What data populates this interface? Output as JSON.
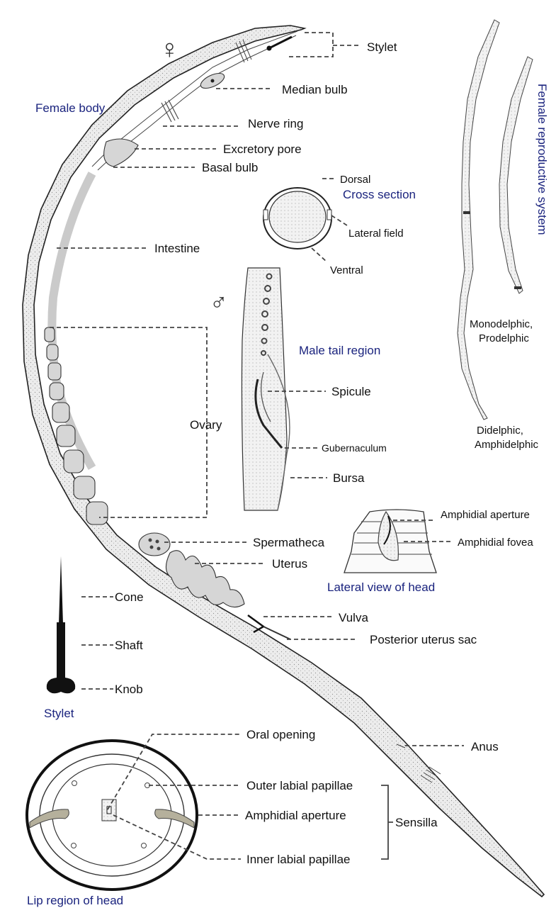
{
  "colors": {
    "title": "#1a237e",
    "ink": "#111111",
    "leader": "#444444",
    "body": "#ececec"
  },
  "symbols": {
    "female": "♀",
    "male": "♂"
  },
  "titles": {
    "female_body": "Female body",
    "cross_section": "Cross section",
    "female_reproductive_system": "Female reproductive system",
    "male_tail_region": "Male tail region",
    "lateral_view_of_head": "Lateral view of head",
    "stylet": "Stylet",
    "lip_region_of_head": "Lip region of head"
  },
  "labels": {
    "stylet": "Stylet",
    "median_bulb": "Median bulb",
    "nerve_ring": "Nerve ring",
    "excretory_pore": "Excretory pore",
    "basal_bulb": "Basal bulb",
    "intestine": "Intestine",
    "ovary": "Ovary",
    "spermatheca": "Spermatheca",
    "uterus": "Uterus",
    "vulva": "Vulva",
    "posterior_uterus_sac": "Posterior uterus sac",
    "anus": "Anus",
    "dorsal": "Dorsal",
    "lateral_field": "Lateral field",
    "ventral": "Ventral",
    "spicule": "Spicule",
    "gubernaculum": "Gubernaculum",
    "bursa": "Bursa",
    "amphidial_aperture_lateral": "Amphidial aperture",
    "amphidial_fovea": "Amphidial fovea",
    "cone": "Cone",
    "shaft": "Shaft",
    "knob": "Knob",
    "oral_opening": "Oral opening",
    "outer_labial_papillae": "Outer labial papillae",
    "amphidial_aperture_lip": "Amphidial aperture",
    "inner_labial_papillae": "Inner labial papillae",
    "sensilla": "Sensilla",
    "monodelphic_1": "Monodelphic,",
    "monodelphic_2": "Prodelphic",
    "didelphic_1": "Didelphic,",
    "didelphic_2": "Amphidelphic"
  }
}
